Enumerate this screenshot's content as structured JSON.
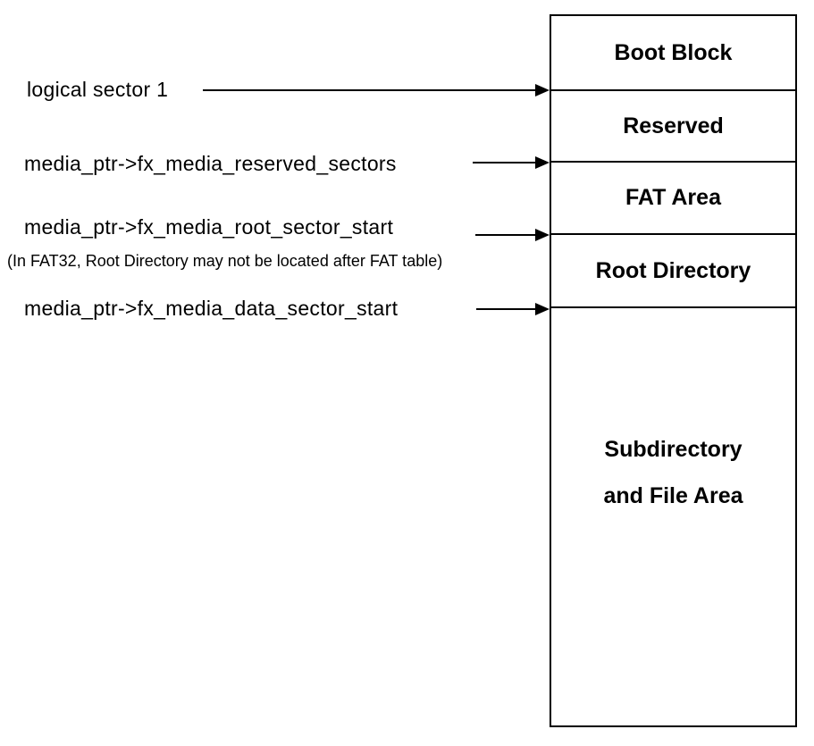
{
  "colors": {
    "background": "#ffffff",
    "line": "#000000",
    "text": "#000000"
  },
  "pointers": [
    {
      "label": "logical sector 1"
    },
    {
      "label": "media_ptr-&gt;fx_media_reserved_sectors"
    },
    {
      "label": "media_ptr->fx_media_root_sector_start",
      "note": "(In FAT32, Root Directory may not be located after FAT table)"
    },
    {
      "label": "media_ptr->fx_media_data_sector_start"
    }
  ],
  "box": {
    "sections": [
      {
        "label": "Boot Block"
      },
      {
        "label": "Reserved"
      },
      {
        "label": "FAT Area"
      },
      {
        "label": "Root Directory"
      },
      {
        "label": "Subdirectory and File Area",
        "label_lines": [
          "Subdirectory",
          "and File Area"
        ]
      }
    ]
  }
}
